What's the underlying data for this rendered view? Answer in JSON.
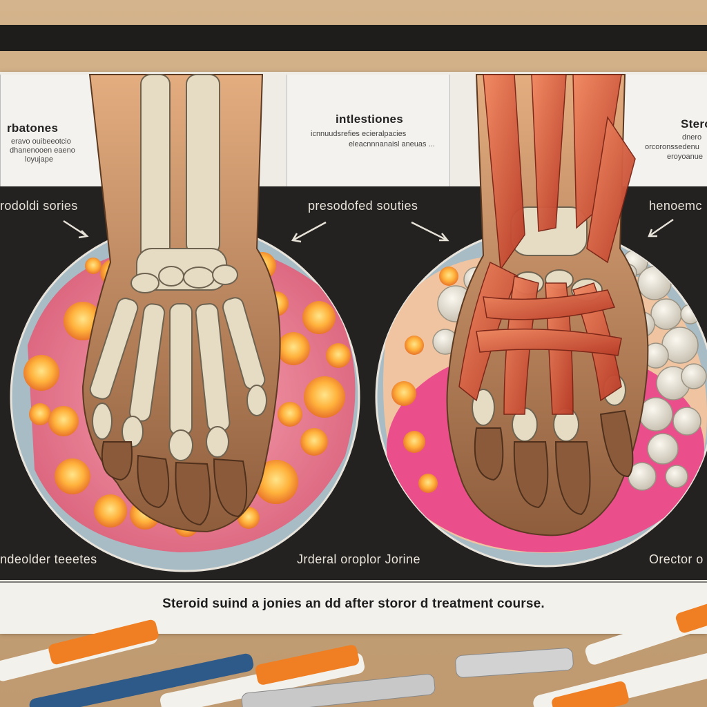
{
  "header": {
    "left": {
      "title": "rbatones",
      "lines": [
        "eravo ouibeeotcio",
        "dhanenooen eaeno",
        "loyujape"
      ]
    },
    "center": {
      "title": "intlestiones",
      "lines": [
        "icnnuudsrefies ecieralpacies",
        "eleacnnnanaisl aneuas ..."
      ]
    },
    "right": {
      "title": "Steroi",
      "lines": [
        "dnero",
        "orcoronssedenu",
        "eroyoanue"
      ]
    }
  },
  "callouts": {
    "left_top": "rodoldi sories",
    "center_top": "presodofed souties",
    "right_top": "henoemc",
    "left_bottom": "ndeolder teeetes",
    "center_bottom": "Jrderal oroplor Jorine",
    "right_bottom": "Orector o"
  },
  "caption": "Steroid suind a jonies an dd after storor d treatment course.",
  "colors": {
    "background_dark": "#242221",
    "tissue_pink": "#f08aa0",
    "nodule_orange": "#ffa63a",
    "muscle_red": "#d9553a",
    "bone": "#e6dcc4",
    "marker_orange": "#f07f23",
    "marker_blue": "#2e5a8a"
  }
}
